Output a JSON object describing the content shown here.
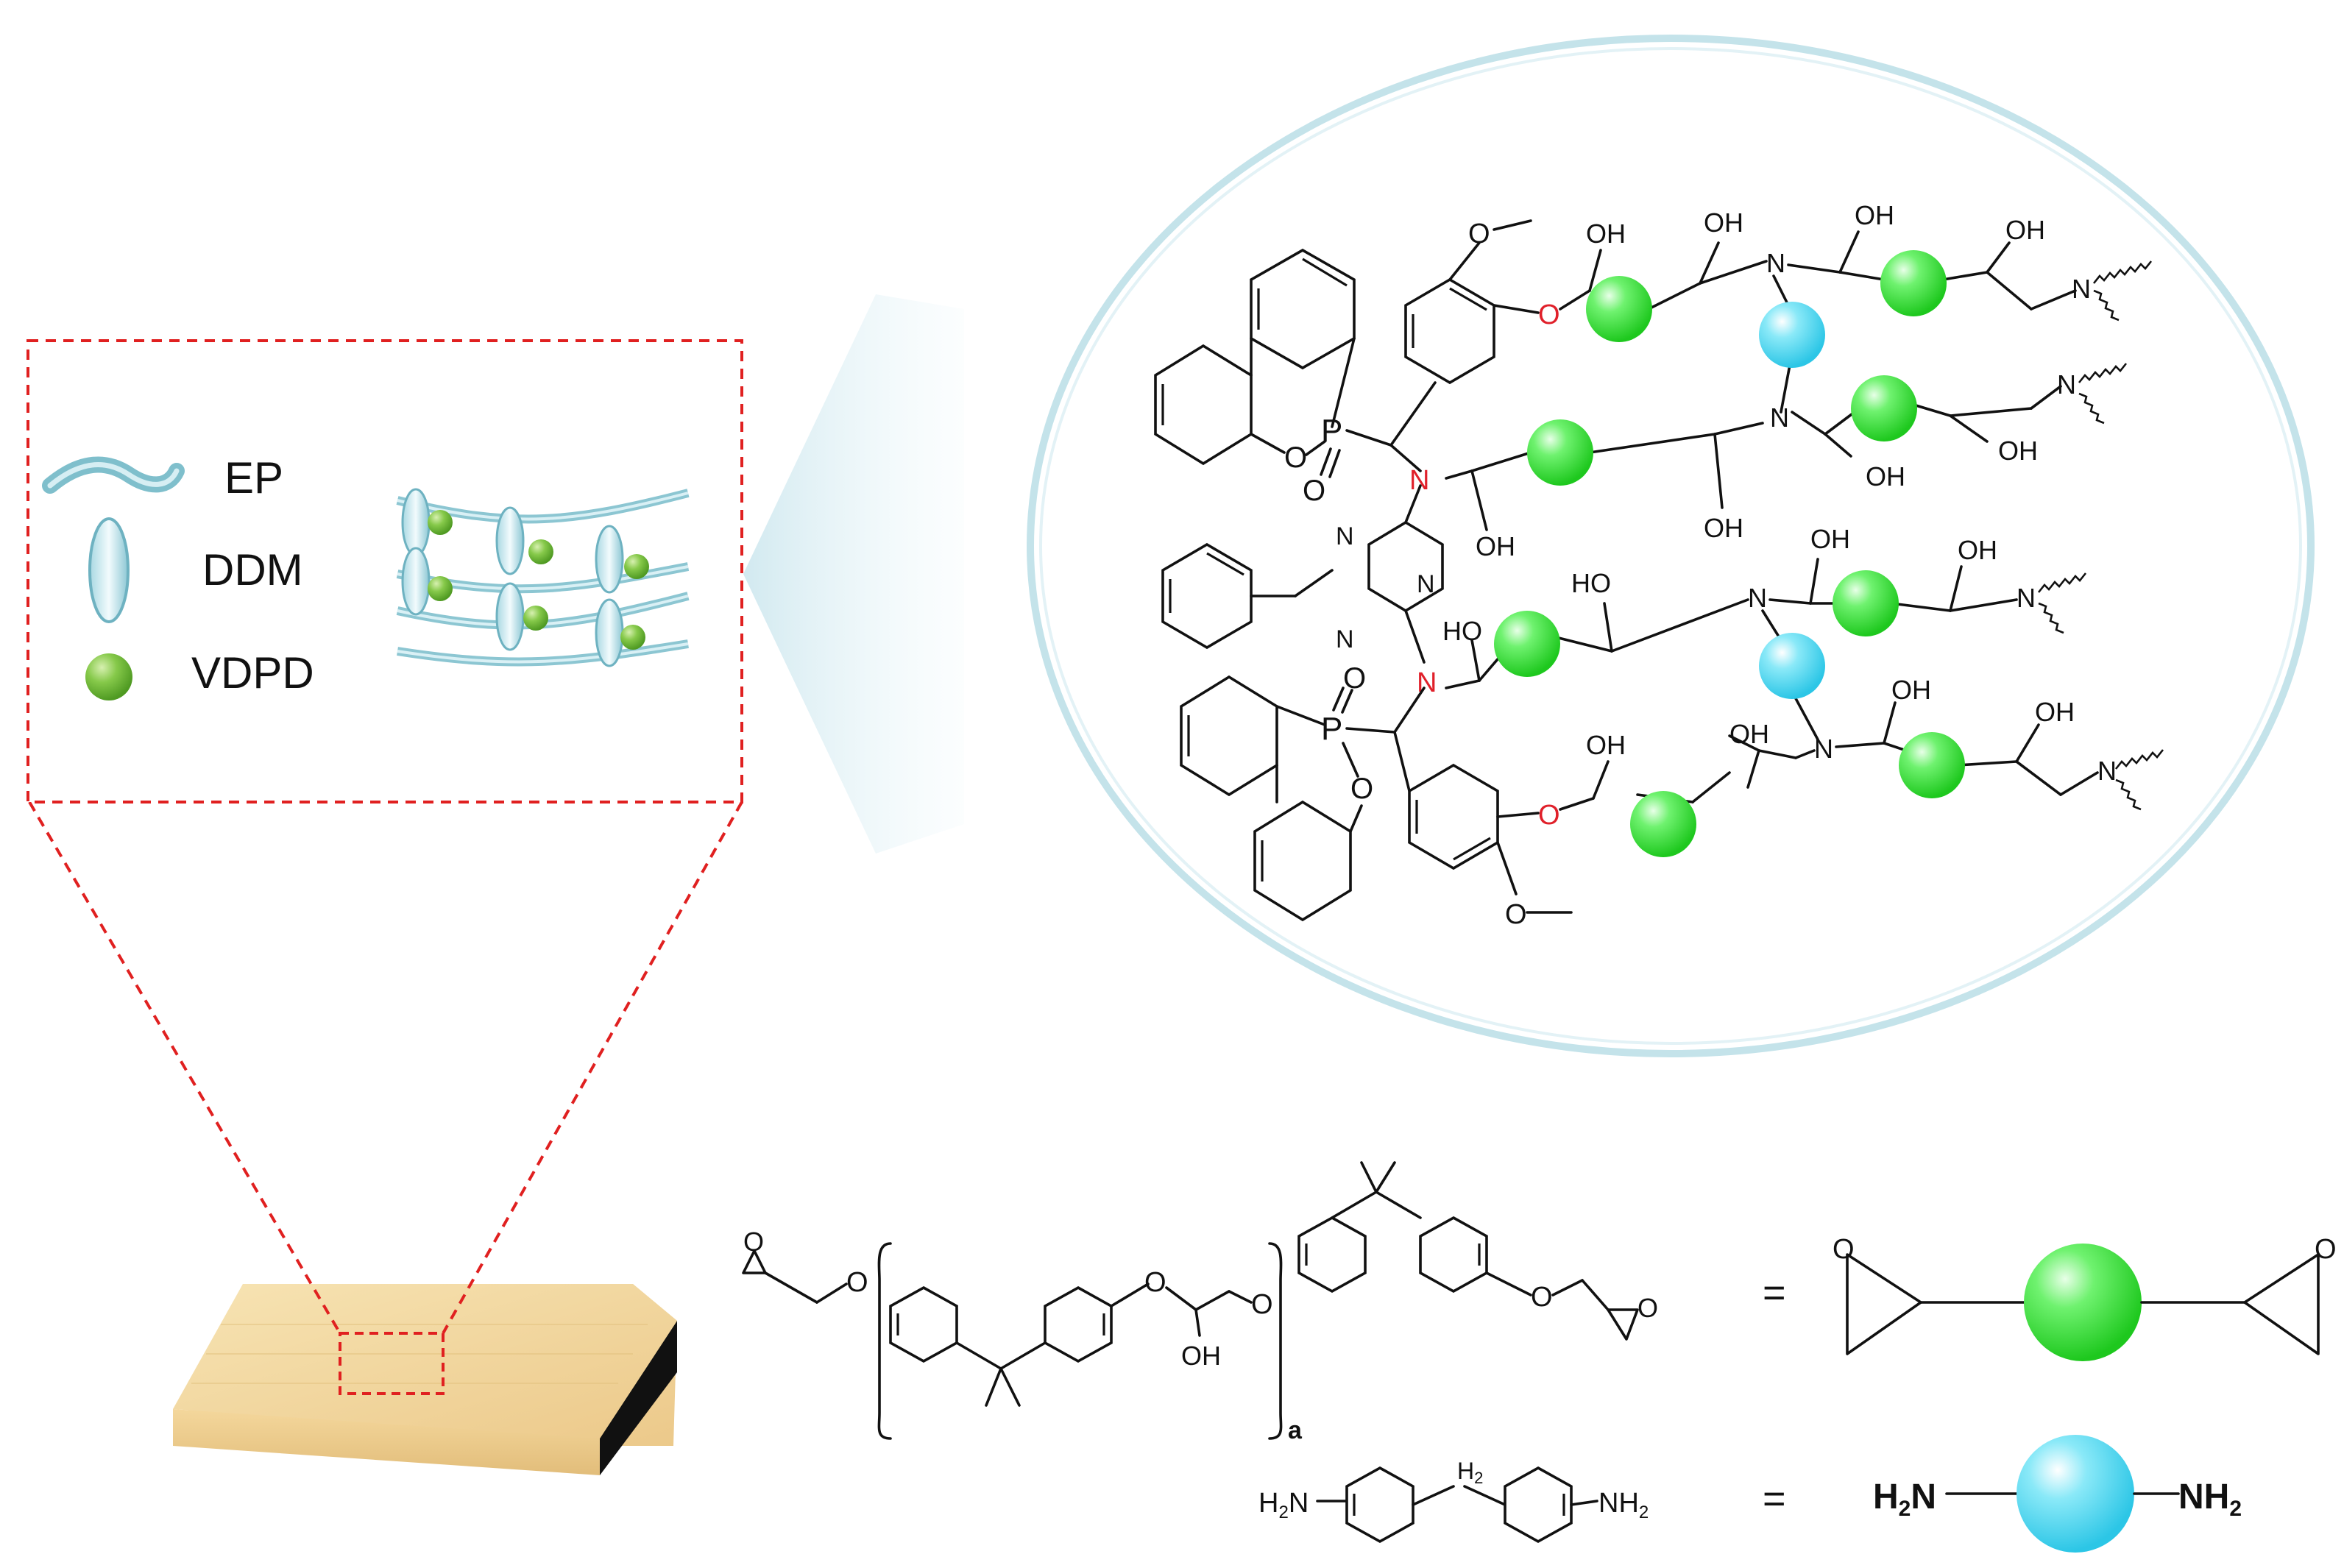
{
  "legend": {
    "ep_label": "EP",
    "ddm_label": "DDM",
    "vdpd_label": "VDPD"
  },
  "atoms": {
    "oxygen": "O",
    "nitrogen": "N",
    "phosphorus": "P",
    "hydroxyl": "OH",
    "hydroxyl_rev": "HO",
    "methoxy": "O",
    "ch2": "H",
    "ch2_sub": "2",
    "subscript_a": "a",
    "amine_h": "H",
    "amine_n": "N",
    "amine_sub": "2",
    "equals": "="
  },
  "colors": {
    "ep_green": "#2ee02e",
    "ddm_cyan": "#3fd2ee",
    "vdpd_green": "#6bb83a",
    "zoom_red": "#e02020",
    "ring_blue": "#c4e3ea",
    "red_atom": "#e0202a",
    "board": "#f3d9a0",
    "board_edge": "#111111"
  },
  "icons": {
    "ep": "wavy-strand-icon",
    "ddm": "ellipse-icon",
    "vdpd": "sphere-icon",
    "coating": "wooden-board-icon"
  }
}
